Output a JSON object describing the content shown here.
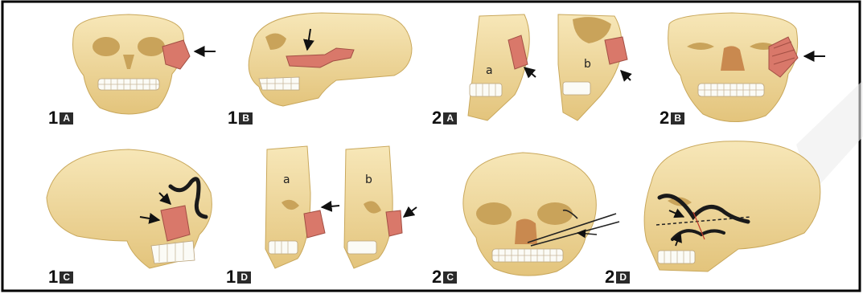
{
  "colors": {
    "bone": "#f2dca0",
    "bone_shade": "#d8b66a",
    "outline": "#b08a3e",
    "fracture": "#d9786a",
    "fracture_dark": "#a24f44",
    "teeth": "#fbfbf6",
    "frame_border": "#000000"
  },
  "panels": [
    {
      "id": "1A",
      "number": "1",
      "letter": "A"
    },
    {
      "id": "1B",
      "number": "1",
      "letter": "B"
    },
    {
      "id": "2A",
      "number": "2",
      "letter": "A",
      "sublabels": [
        "a",
        "b"
      ]
    },
    {
      "id": "2B",
      "number": "2",
      "letter": "B"
    },
    {
      "id": "1C",
      "number": "1",
      "letter": "C"
    },
    {
      "id": "1D",
      "number": "1",
      "letter": "D",
      "sublabels": [
        "a",
        "b"
      ]
    },
    {
      "id": "2C",
      "number": "2",
      "letter": "C"
    },
    {
      "id": "2D",
      "number": "2",
      "letter": "D"
    }
  ]
}
